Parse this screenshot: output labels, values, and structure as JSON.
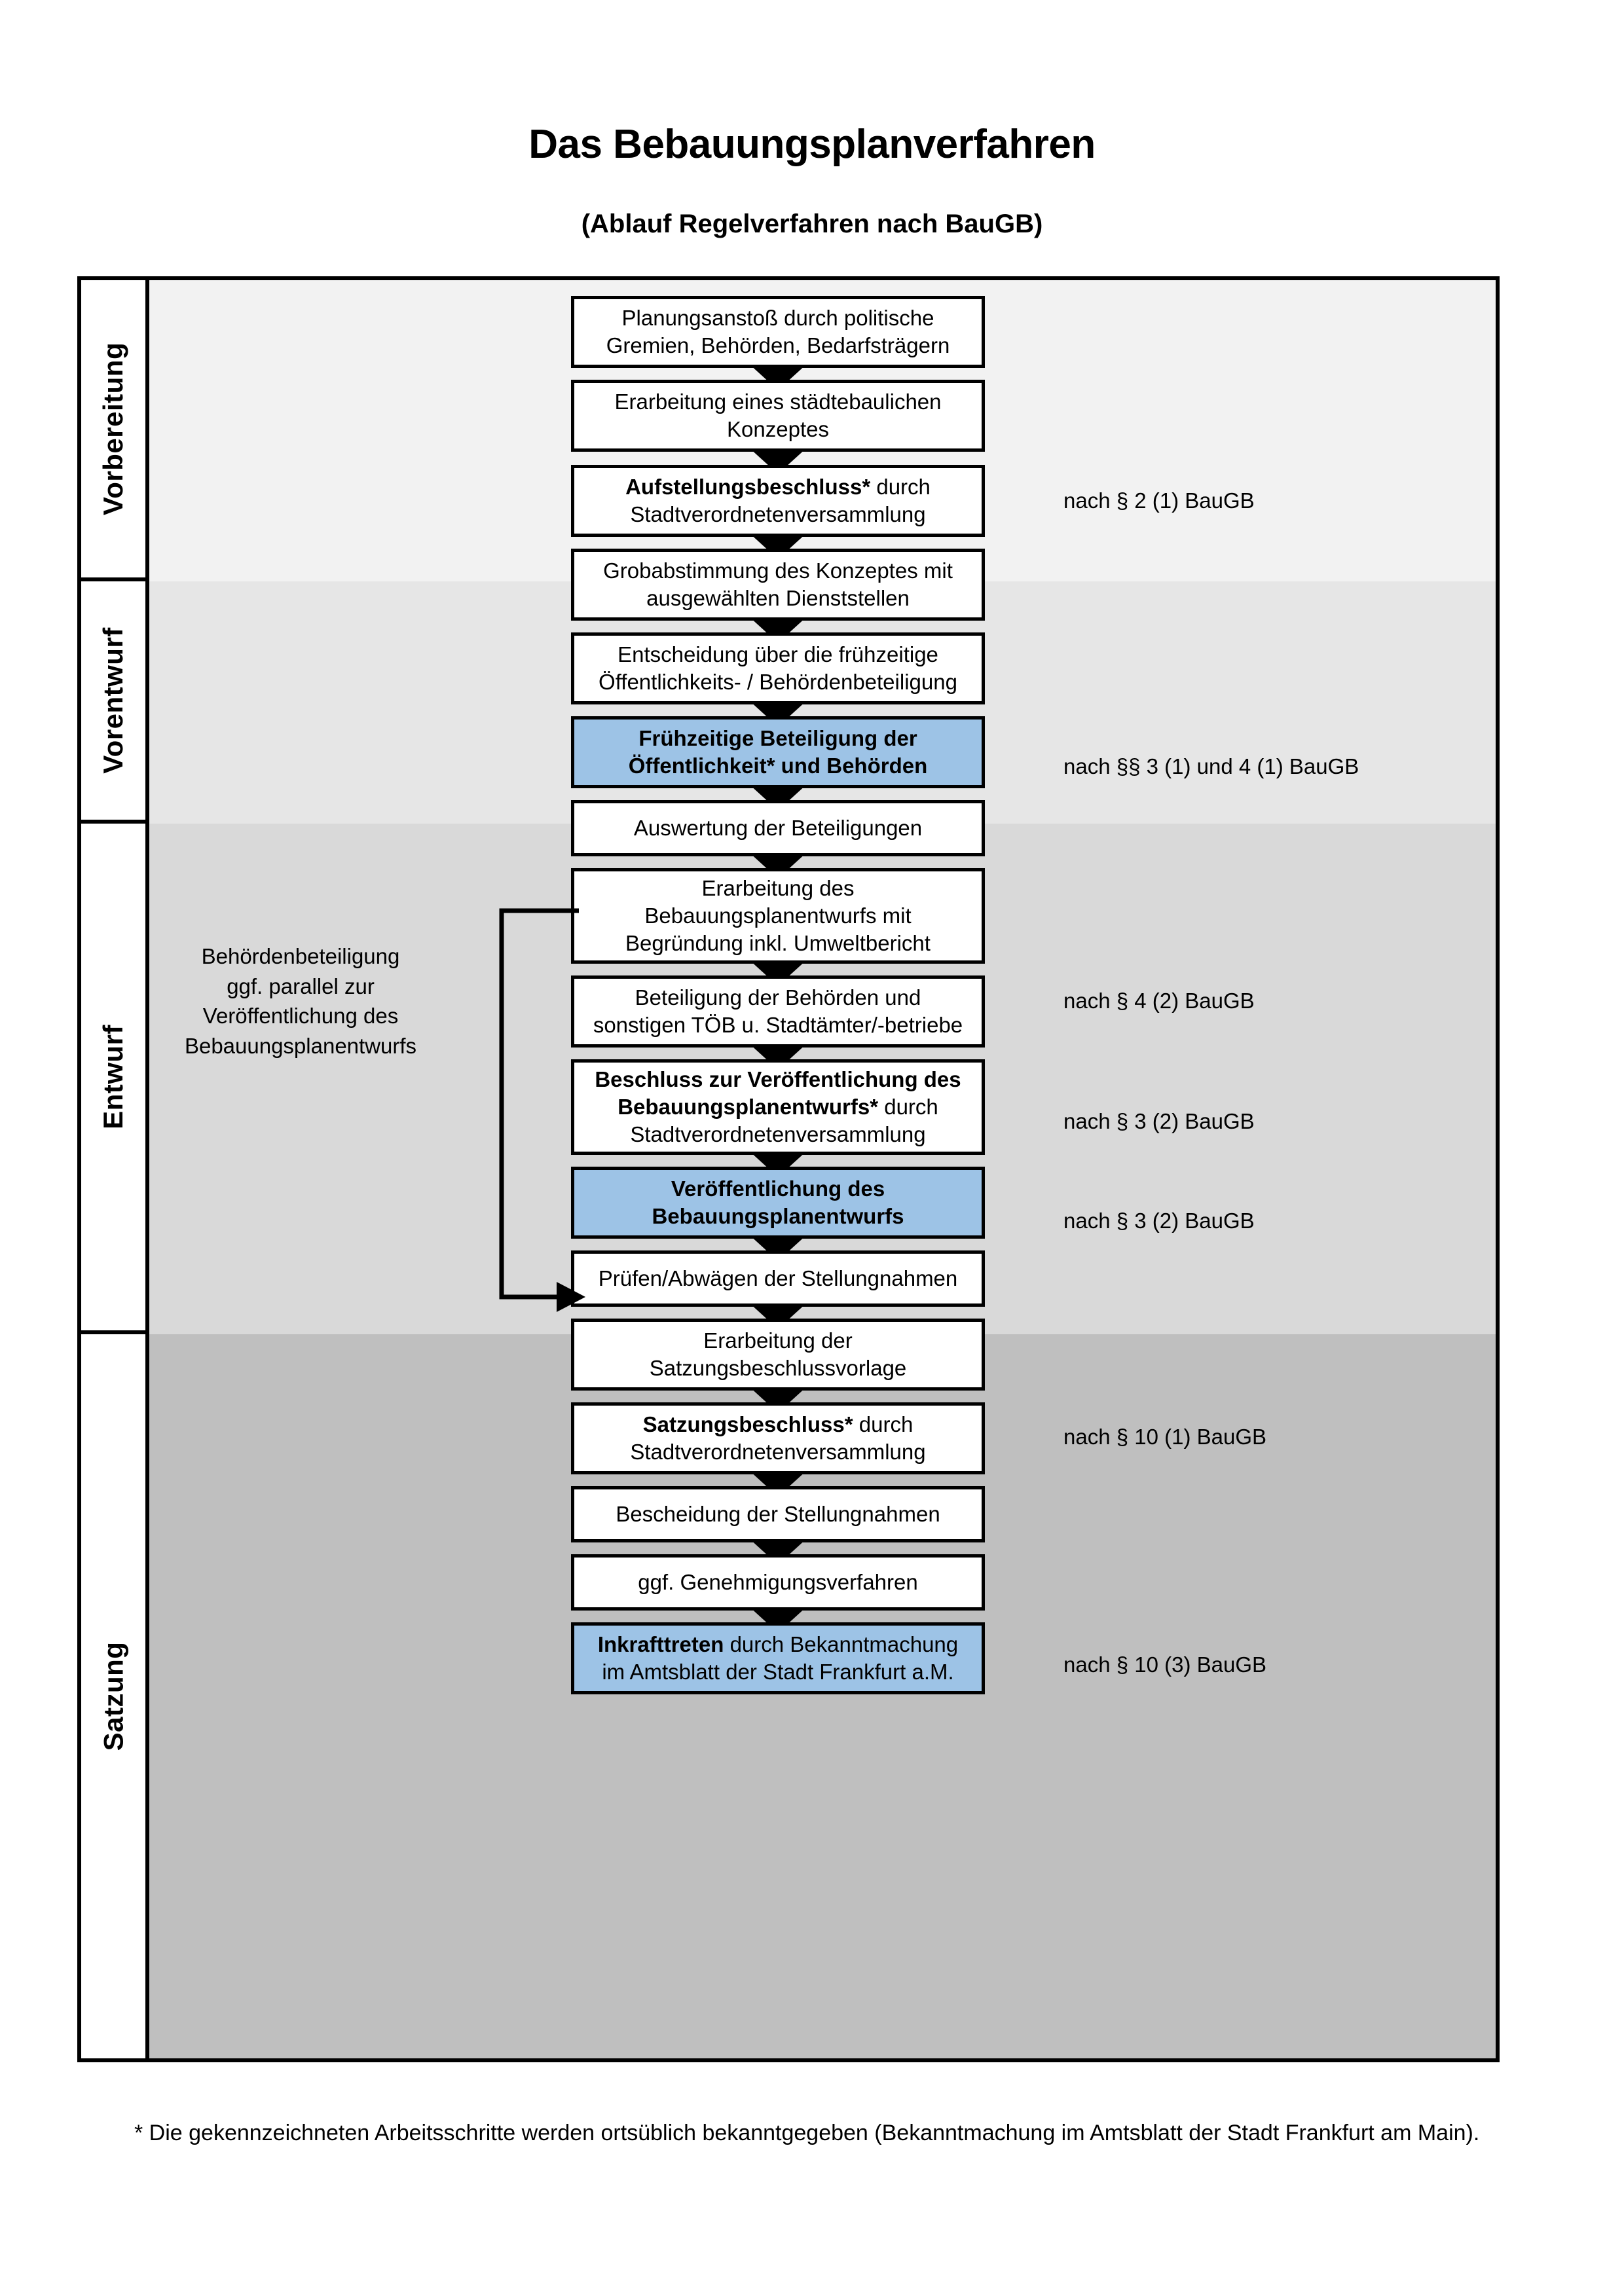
{
  "document": {
    "title": "Das Bebauungsplanverfahren",
    "subtitle": "(Ablauf Regelverfahren nach BauGB)",
    "footnote": "* Die gekennzeichneten Arbeitsschritte werden ortsüblich bekanntgegeben (Bekanntmachung im Amtsblatt  der Stadt Frankfurt am Main)."
  },
  "colors": {
    "highlight_blue": "#9DC3E6",
    "band_vorbereitung": "#F2F2F2",
    "band_vorentwurf": "#E6E6E6",
    "band_entwurf": "#D9D9D9",
    "band_satzung": "#BFBFBF",
    "box_border": "#000000",
    "box_fill": "#FFFFFF"
  },
  "phases": [
    {
      "id": "vorbereitung",
      "label": "Vorbereitung"
    },
    {
      "id": "vorentwurf",
      "label": "Vorentwurf"
    },
    {
      "id": "entwurf",
      "label": "Entwurf"
    },
    {
      "id": "satzung",
      "label": "Satzung"
    }
  ],
  "steps": [
    {
      "id": "planungsanstoss",
      "phase": "vorbereitung",
      "lines": [
        "Planungsanstoß durch politische",
        "Gremien, Behörden, Bedarfsträgern"
      ],
      "bold_prefix": "",
      "highlight": false
    },
    {
      "id": "konzept-erarbeitung",
      "phase": "vorbereitung",
      "lines": [
        "Erarbeitung eines städtebaulichen",
        "Konzeptes"
      ],
      "bold_prefix": "",
      "highlight": false
    },
    {
      "id": "aufstellungsbeschluss",
      "phase": "vorbereitung",
      "lines": [
        "Aufstellungsbeschluss* durch",
        "Stadtverordnetenversammlung"
      ],
      "bold_prefix": "Aufstellungsbeschluss*",
      "highlight": false
    },
    {
      "id": "grobabstimmung",
      "phase": "vorentwurf",
      "lines": [
        "Grobabstimmung des Konzeptes mit",
        "ausgewählten Dienststellen"
      ],
      "bold_prefix": "",
      "highlight": false
    },
    {
      "id": "entscheidung-fruehzeitig",
      "phase": "vorentwurf",
      "lines": [
        "Entscheidung über die frühzeitige",
        "Öffentlichkeits- / Behördenbeteiligung"
      ],
      "bold_prefix": "",
      "highlight": false
    },
    {
      "id": "fruehzeitige-beteiligung",
      "phase": "vorentwurf",
      "lines": [
        "Frühzeitige Beteiligung der",
        "Öffentlichkeit* und Behörden"
      ],
      "bold_prefix": "ALL",
      "highlight": true
    },
    {
      "id": "auswertung",
      "phase": "entwurf",
      "lines": [
        "Auswertung der Beteiligungen"
      ],
      "bold_prefix": "",
      "highlight": false
    },
    {
      "id": "entwurf-erarbeitung",
      "phase": "entwurf",
      "lines": [
        "Erarbeitung des",
        "Bebauungsplanentwurfs mit",
        "Begründung inkl. Umweltbericht"
      ],
      "bold_prefix": "",
      "highlight": false
    },
    {
      "id": "behoerdenbeteiligung",
      "phase": "entwurf",
      "lines": [
        "Beteiligung der Behörden und",
        "sonstigen TÖB u. Stadtämter/-betriebe"
      ],
      "bold_prefix": "",
      "highlight": false
    },
    {
      "id": "beschluss-veroeffentlichung",
      "phase": "entwurf",
      "lines": [
        "Beschluss zur Veröffentlichung des",
        "Bebauungsplanentwurfs* durch",
        "Stadtverordnetenversammlung"
      ],
      "bold_prefix": "Beschluss zur Veröffentlichung des Bebauungsplanentwurfs*",
      "highlight": false
    },
    {
      "id": "veroeffentlichung",
      "phase": "entwurf",
      "lines": [
        "Veröffentlichung des",
        "Bebauungsplanentwurfs"
      ],
      "bold_prefix": "ALL",
      "highlight": true
    },
    {
      "id": "pruefen-abwaegen",
      "phase": "satzung",
      "lines": [
        "Prüfen/Abwägen der Stellungnahmen"
      ],
      "bold_prefix": "",
      "highlight": false
    },
    {
      "id": "satzungsbeschlussvorlage",
      "phase": "satzung",
      "lines": [
        "Erarbeitung der",
        "Satzungsbeschlussvorlage"
      ],
      "bold_prefix": "",
      "highlight": false
    },
    {
      "id": "satzungsbeschluss",
      "phase": "satzung",
      "lines": [
        "Satzungsbeschluss* durch",
        "Stadtverordnetenversammlung"
      ],
      "bold_prefix": "Satzungsbeschluss*",
      "highlight": false
    },
    {
      "id": "bescheidung",
      "phase": "satzung",
      "lines": [
        "Bescheidung der Stellungnahmen"
      ],
      "bold_prefix": "",
      "highlight": false
    },
    {
      "id": "genehmigungsverfahren",
      "phase": "satzung",
      "lines": [
        "ggf. Genehmigungsverfahren"
      ],
      "bold_prefix": "",
      "highlight": false
    },
    {
      "id": "inkrafttreten",
      "phase": "satzung",
      "lines": [
        "Inkrafttreten durch Bekanntmachung",
        "im Amtsblatt der Stadt Frankfurt a.M."
      ],
      "bold_prefix": "Inkrafttreten",
      "highlight": true
    }
  ],
  "legal_references": [
    {
      "id": "ref-par2-1",
      "text": "nach § 2 (1) BauGB",
      "for_step": "aufstellungsbeschluss"
    },
    {
      "id": "ref-par3-4-1",
      "text": "nach §§ 3 (1) und 4 (1) BauGB",
      "for_step": "fruehzeitige-beteiligung"
    },
    {
      "id": "ref-par4-2",
      "text": "nach § 4 (2) BauGB",
      "for_step": "behoerdenbeteiligung"
    },
    {
      "id": "ref-par3-2-a",
      "text": "nach § 3 (2) BauGB",
      "for_step": "beschluss-veroeffentlichung"
    },
    {
      "id": "ref-par3-2-b",
      "text": "nach § 3 (2) BauGB",
      "for_step": "veroeffentlichung"
    },
    {
      "id": "ref-par10-1",
      "text": "nach § 10 (1) BauGB",
      "for_step": "satzungsbeschluss"
    },
    {
      "id": "ref-par10-3",
      "text": "nach § 10 (3) BauGB",
      "for_step": "inkrafttreten"
    }
  ],
  "side_note": {
    "id": "behoerdenbeteiligung-note",
    "lines": [
      "Behördenbeteiligung",
      "ggf. parallel zur",
      "Veröffentlichung des",
      "Bebauungsplanentwurfs"
    ]
  }
}
